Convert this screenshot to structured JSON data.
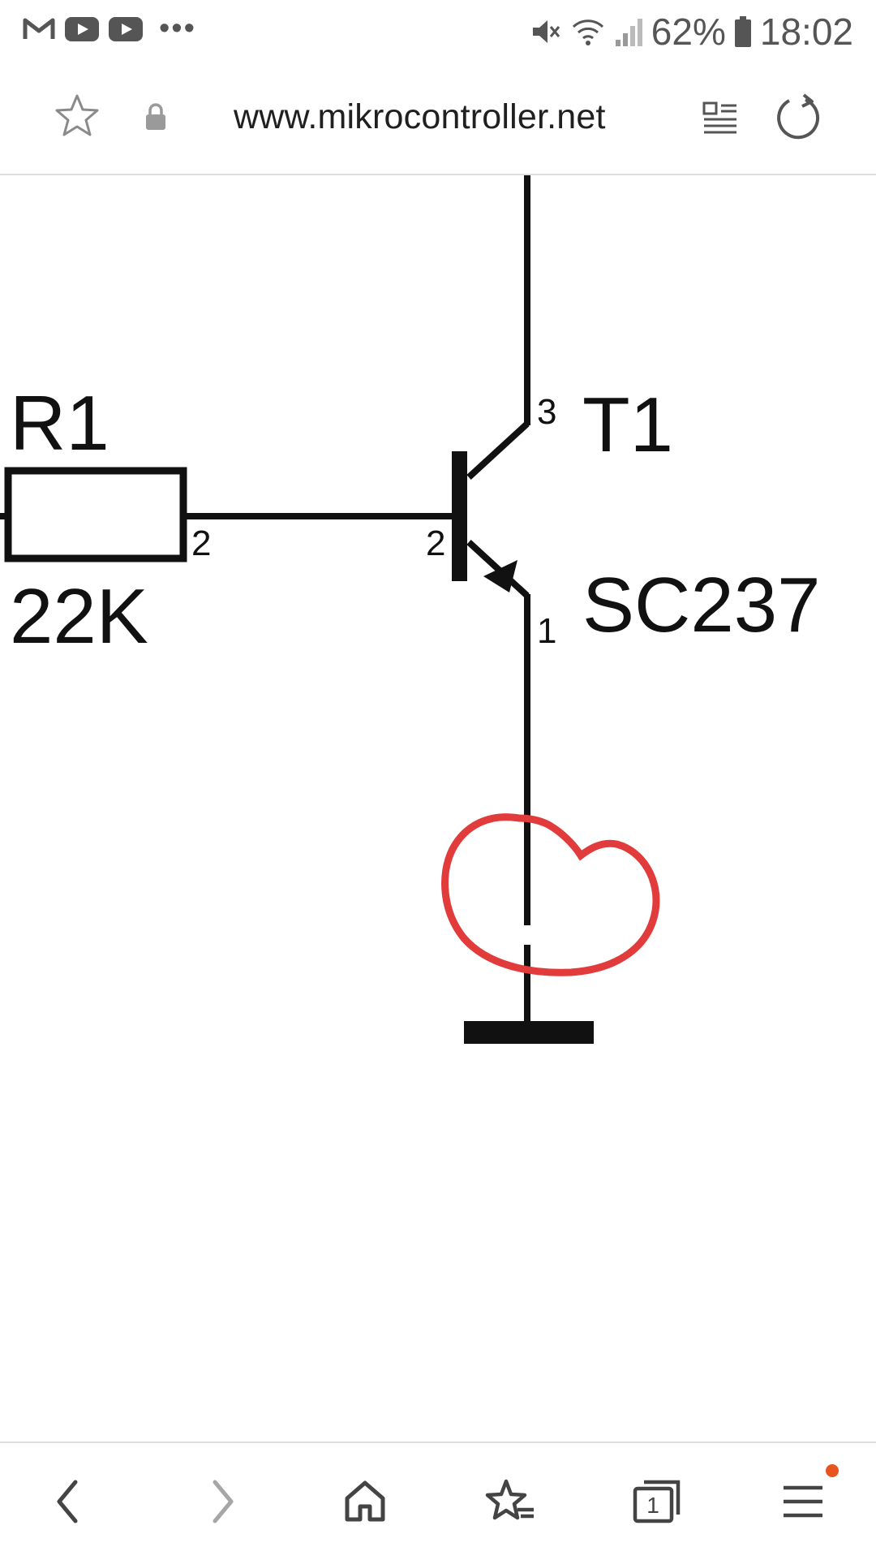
{
  "status_bar": {
    "battery": "62%",
    "time": "18:02"
  },
  "browser": {
    "url": "www.mikrocontroller.net"
  },
  "schematic": {
    "resistor_ref": "R1",
    "resistor_value": "22K",
    "transistor_ref": "T1",
    "transistor_part": "SC237",
    "pin_collector": "3",
    "pin_base": "2",
    "pin_emitter": "1",
    "pin_resistor": "2"
  },
  "bottom_nav": {
    "tabs_count": "1"
  },
  "colors": {
    "highlight_circle": "#e23b3b",
    "notification_dot": "#e8541f"
  },
  "icons": [
    "gmail-icon",
    "youtube-icon",
    "mute-icon",
    "wifi-icon",
    "signal-icon",
    "battery-icon",
    "star-icon",
    "lock-icon",
    "reader-mode-icon",
    "refresh-icon",
    "back-icon",
    "forward-icon",
    "home-icon",
    "bookmarks-icon",
    "tabs-icon",
    "menu-icon"
  ]
}
